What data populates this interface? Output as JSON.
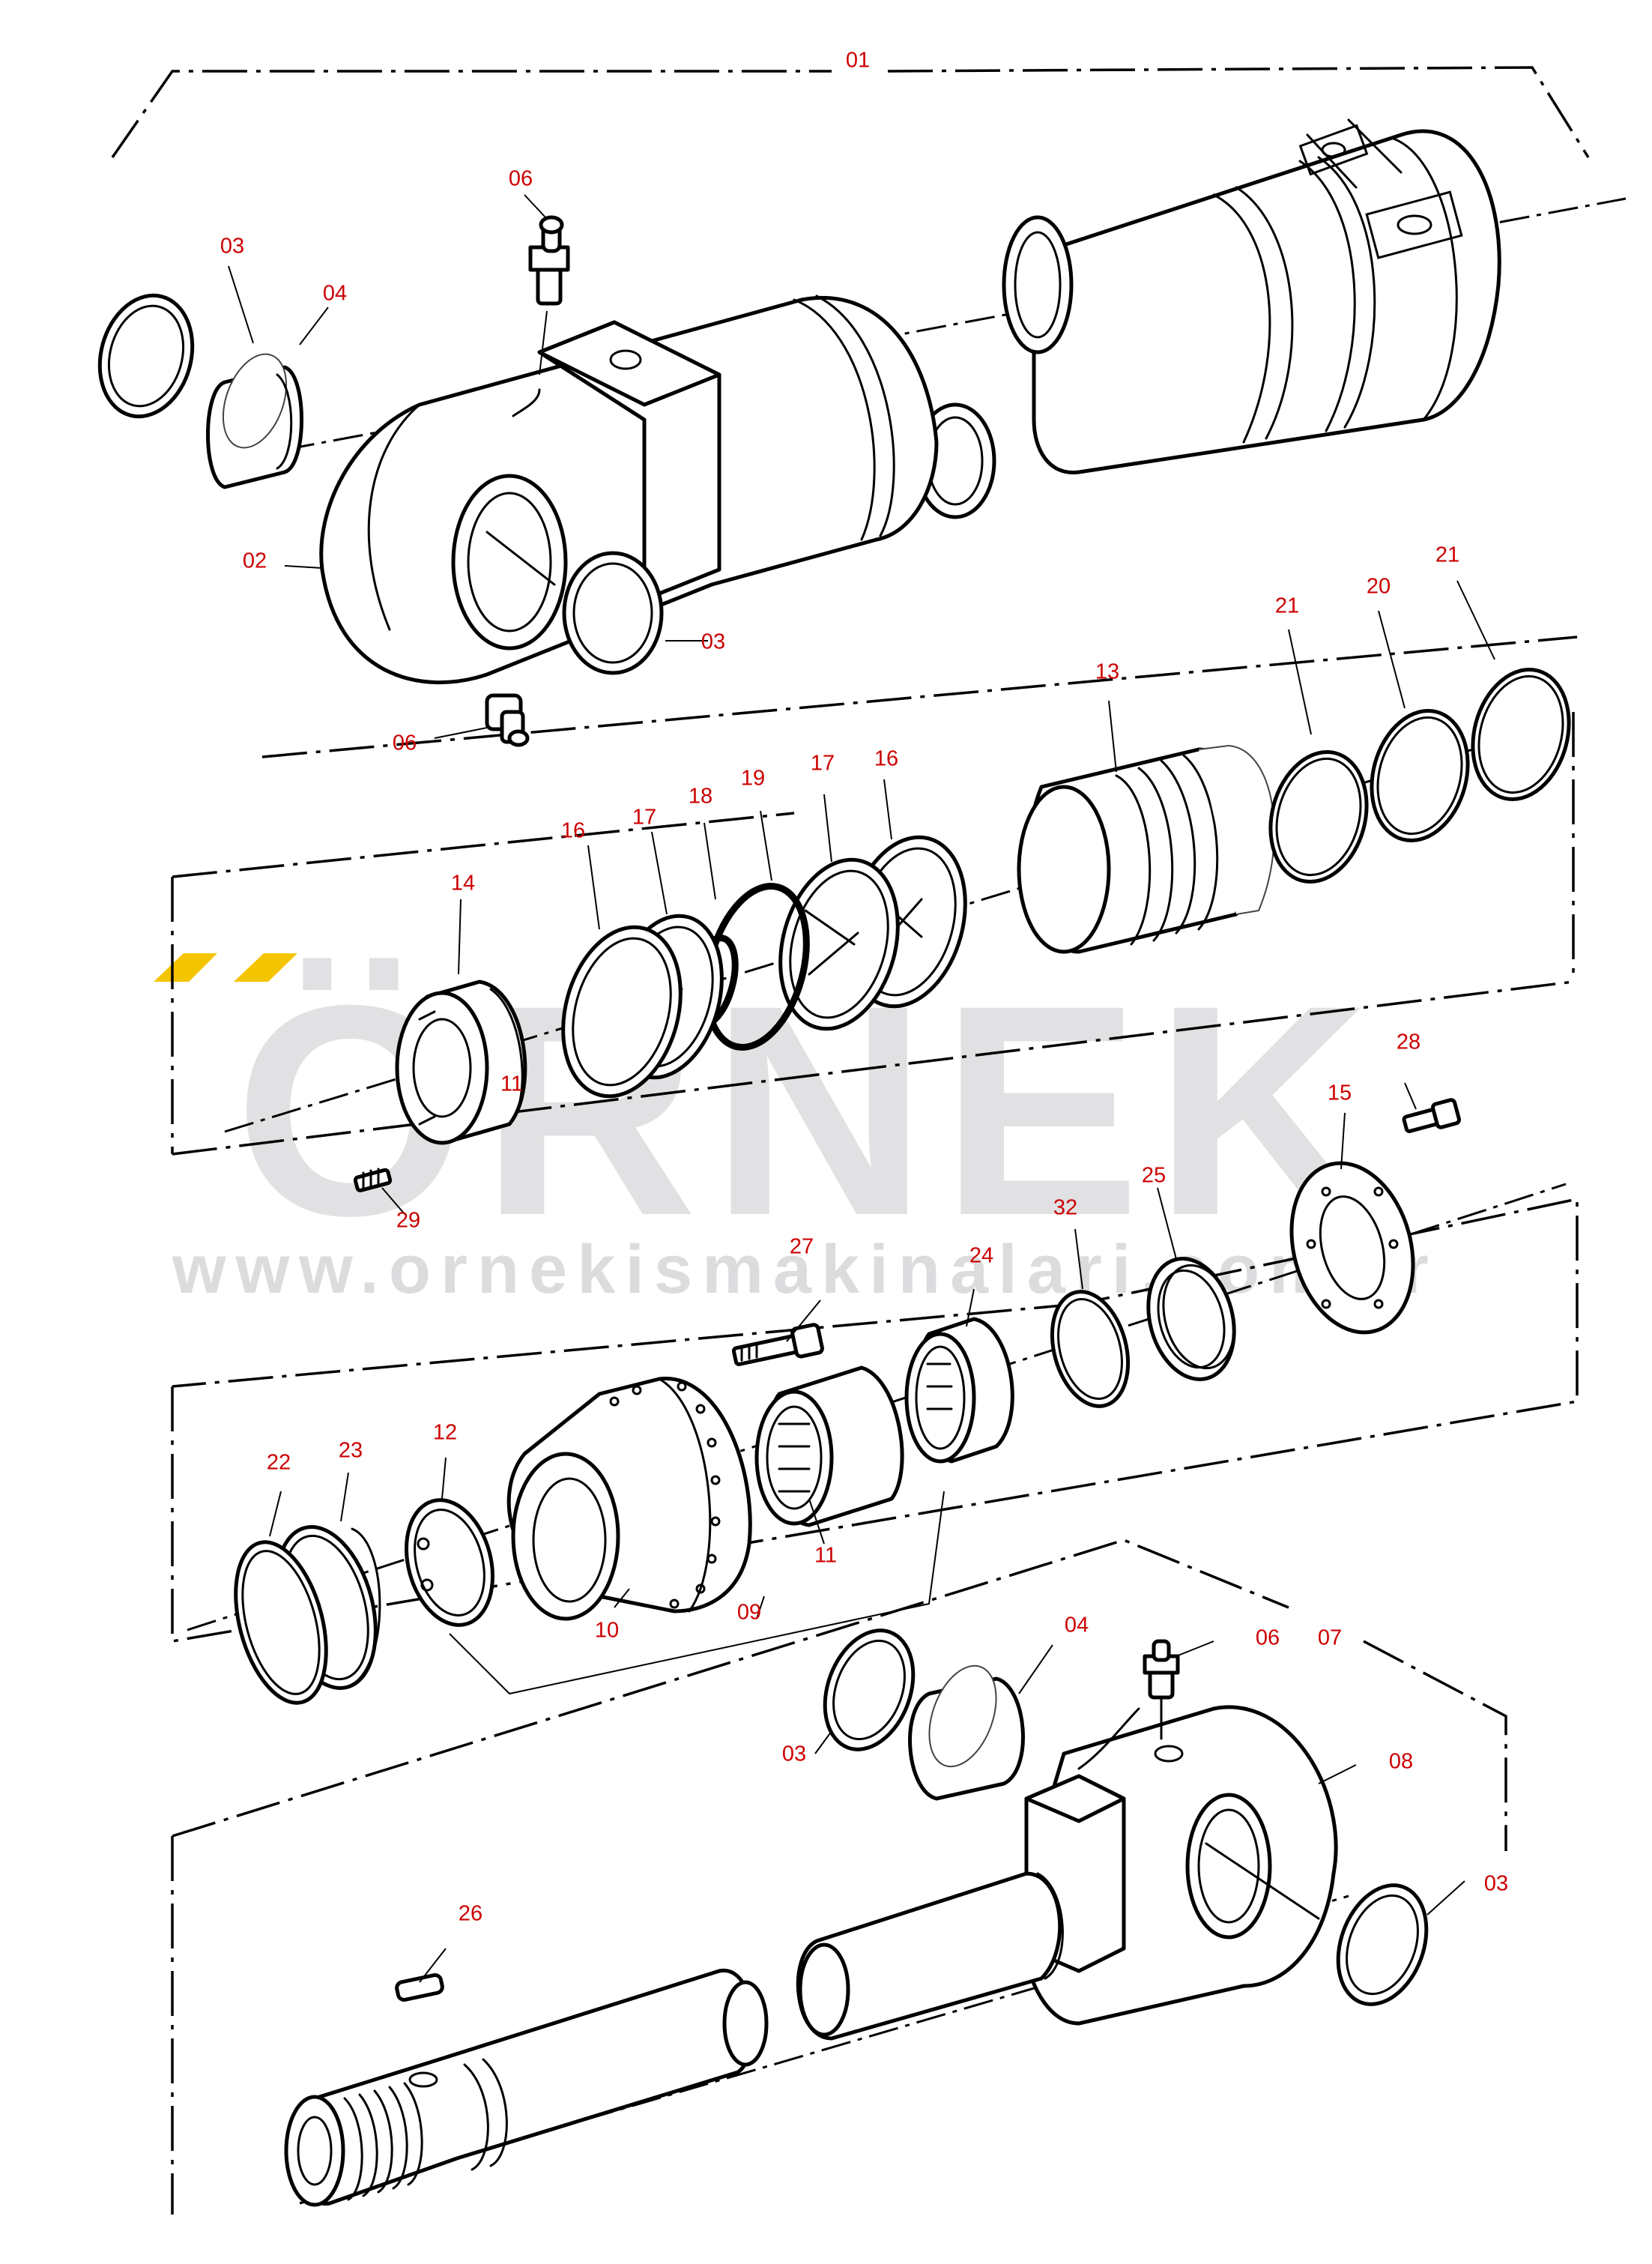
{
  "watermark": {
    "brand": "ÖRNEK",
    "url": "www.ornekismakinalari.com.tr",
    "accent_color": "#f5c400",
    "text_color": "#c9c9cc"
  },
  "callout_color": "#cc0000",
  "callouts": {
    "c01": "01",
    "c02": "02",
    "c03a": "03",
    "c03b": "03",
    "c03c": "03",
    "c03d": "03",
    "c04a": "04",
    "c04b": "04",
    "c06a": "06",
    "c06b": "06",
    "c06c": "06",
    "c07": "07",
    "c08": "08",
    "c09": "09",
    "c10": "10",
    "c11a": "11",
    "c11b": "11",
    "c12": "12",
    "c13": "13",
    "c14": "14",
    "c15": "15",
    "c16a": "16",
    "c16b": "16",
    "c17a": "17",
    "c17b": "17",
    "c18": "18",
    "c19": "19",
    "c20": "20",
    "c21a": "21",
    "c21b": "21",
    "c22": "22",
    "c23": "23",
    "c24": "24",
    "c25": "25",
    "c26": "26",
    "c27": "27",
    "c28": "28",
    "c29": "29",
    "c32": "32"
  }
}
